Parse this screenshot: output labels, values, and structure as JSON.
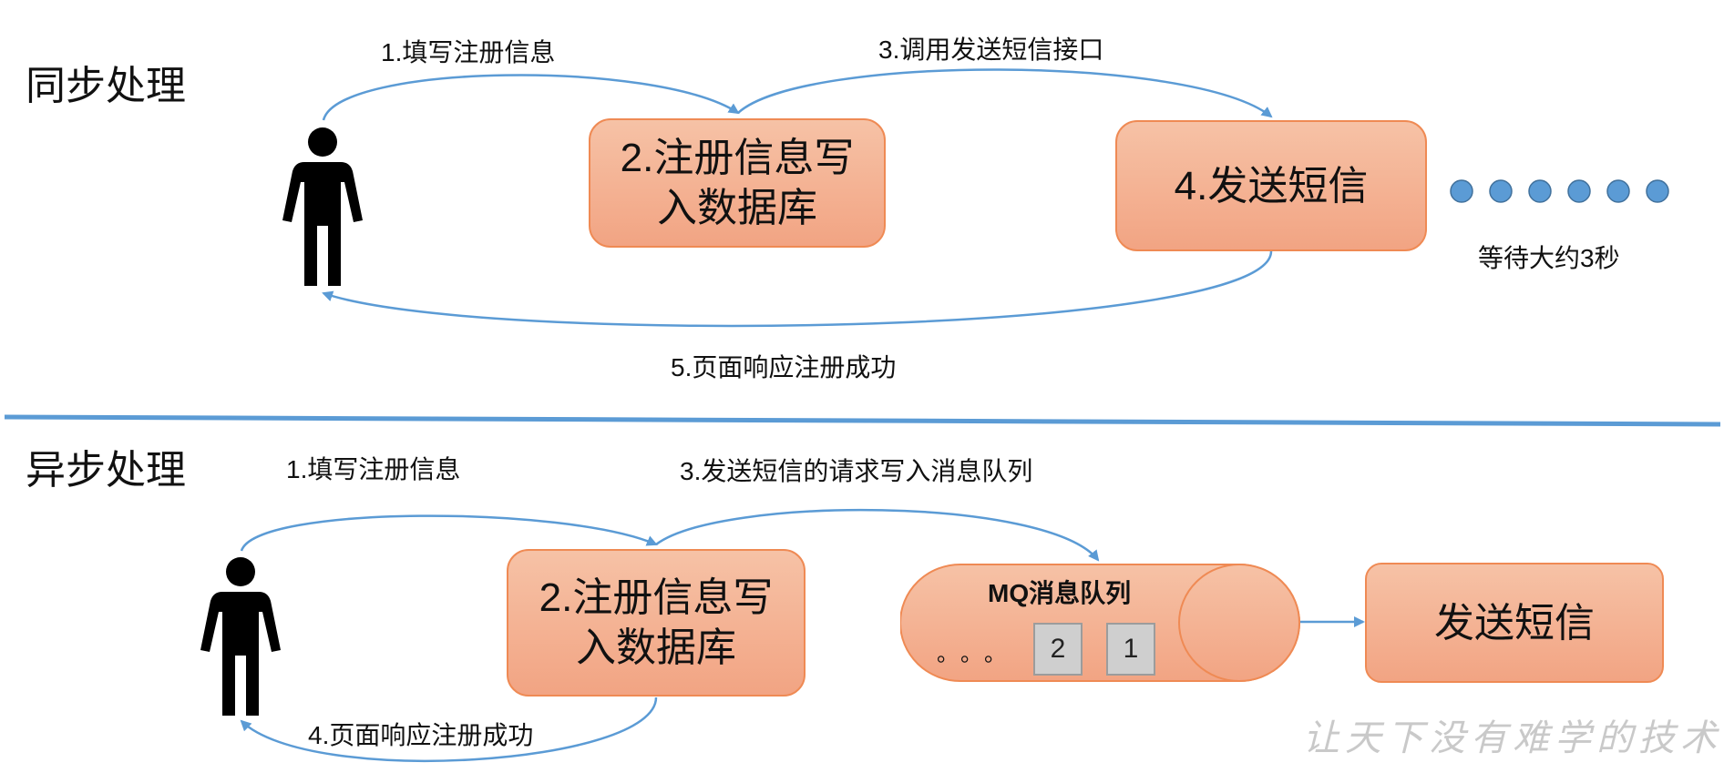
{
  "sync": {
    "title": "同步处理",
    "step1": "1.填写注册信息",
    "step2_line1": "2.注册信息写",
    "step2_line2": "入数据库",
    "step3": "3.调用发送短信接口",
    "step4": "4.发送短信",
    "step5": "5.页面响应注册成功",
    "wait_note": "等待大约3秒",
    "wait_dot_count": 6
  },
  "async": {
    "title": "异步处理",
    "step1": "1.填写注册信息",
    "step2_line1": "2.注册信息写",
    "step2_line2": "入数据库",
    "step3": "3.发送短信的请求写入消息队列",
    "step4": "4.页面响应注册成功",
    "queue_title": "MQ消息队列",
    "queue_ellipsis": "。。。",
    "queue_items": [
      "2",
      "1"
    ],
    "send_sms": "发送短信"
  },
  "watermark": "让天下没有难学的技术",
  "colors": {
    "arrow": "#5b9bd5",
    "box_fill_top": "#f6c2a6",
    "box_fill_bottom": "#f2a483",
    "box_border": "#ef8a54",
    "divider": "#5b9bd5",
    "dot": "#5b9bd5"
  }
}
